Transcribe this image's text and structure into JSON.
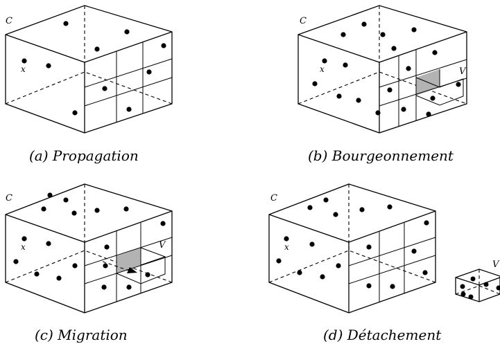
{
  "panels": [
    {
      "id": "a",
      "caption": "(a) Propagation",
      "corner_label": "C",
      "point_label": "x"
    },
    {
      "id": "b",
      "caption": "(b) Bourgeonnement",
      "corner_label": "C",
      "point_label": "x",
      "sub_label": "V"
    },
    {
      "id": "c",
      "caption": "(c) Migration",
      "corner_label": "C",
      "point_label": "x",
      "sub_label": "V"
    },
    {
      "id": "d",
      "caption": "(d) Détachement",
      "corner_label": "C",
      "point_label": "x",
      "sub_label": "V"
    }
  ]
}
